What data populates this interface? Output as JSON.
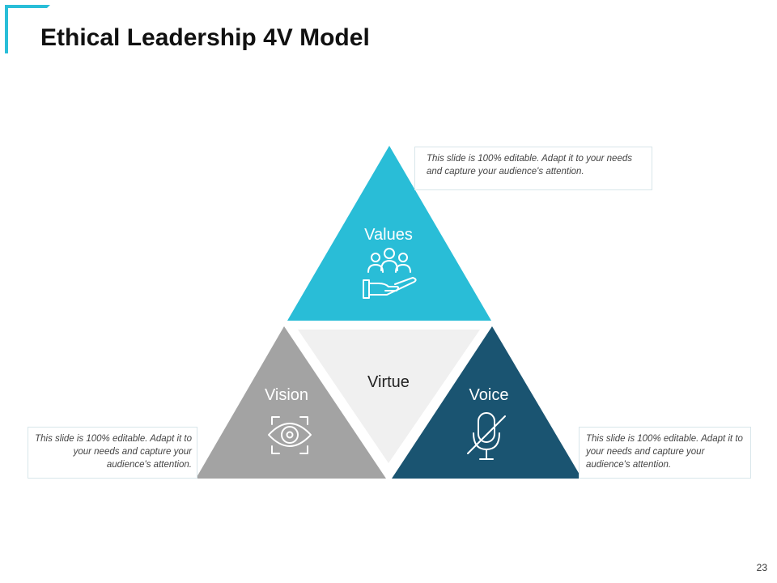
{
  "title": "Ethical Leadership 4V Model",
  "page_number": "23",
  "colors": {
    "accent": "#2abed8",
    "values": "#29bdd7",
    "vision": "#a3a3a3",
    "voice": "#1a5471",
    "virtue": "#f0f0f0"
  },
  "diagram": {
    "values": {
      "label": "Values",
      "icon": "people-hand-icon"
    },
    "vision": {
      "label": "Vision",
      "icon": "eye-focus-icon"
    },
    "voice": {
      "label": "Voice",
      "icon": "mute-microphone-icon"
    },
    "virtue": {
      "label": "Virtue"
    }
  },
  "notes": {
    "top": "This slide is 100% editable. Adapt it to your needs and capture your audience's attention.",
    "left": "This slide is 100% editable. Adapt it to your needs and capture your audience's attention.",
    "right": "This slide is 100% editable. Adapt it to your needs and capture your audience's attention."
  }
}
